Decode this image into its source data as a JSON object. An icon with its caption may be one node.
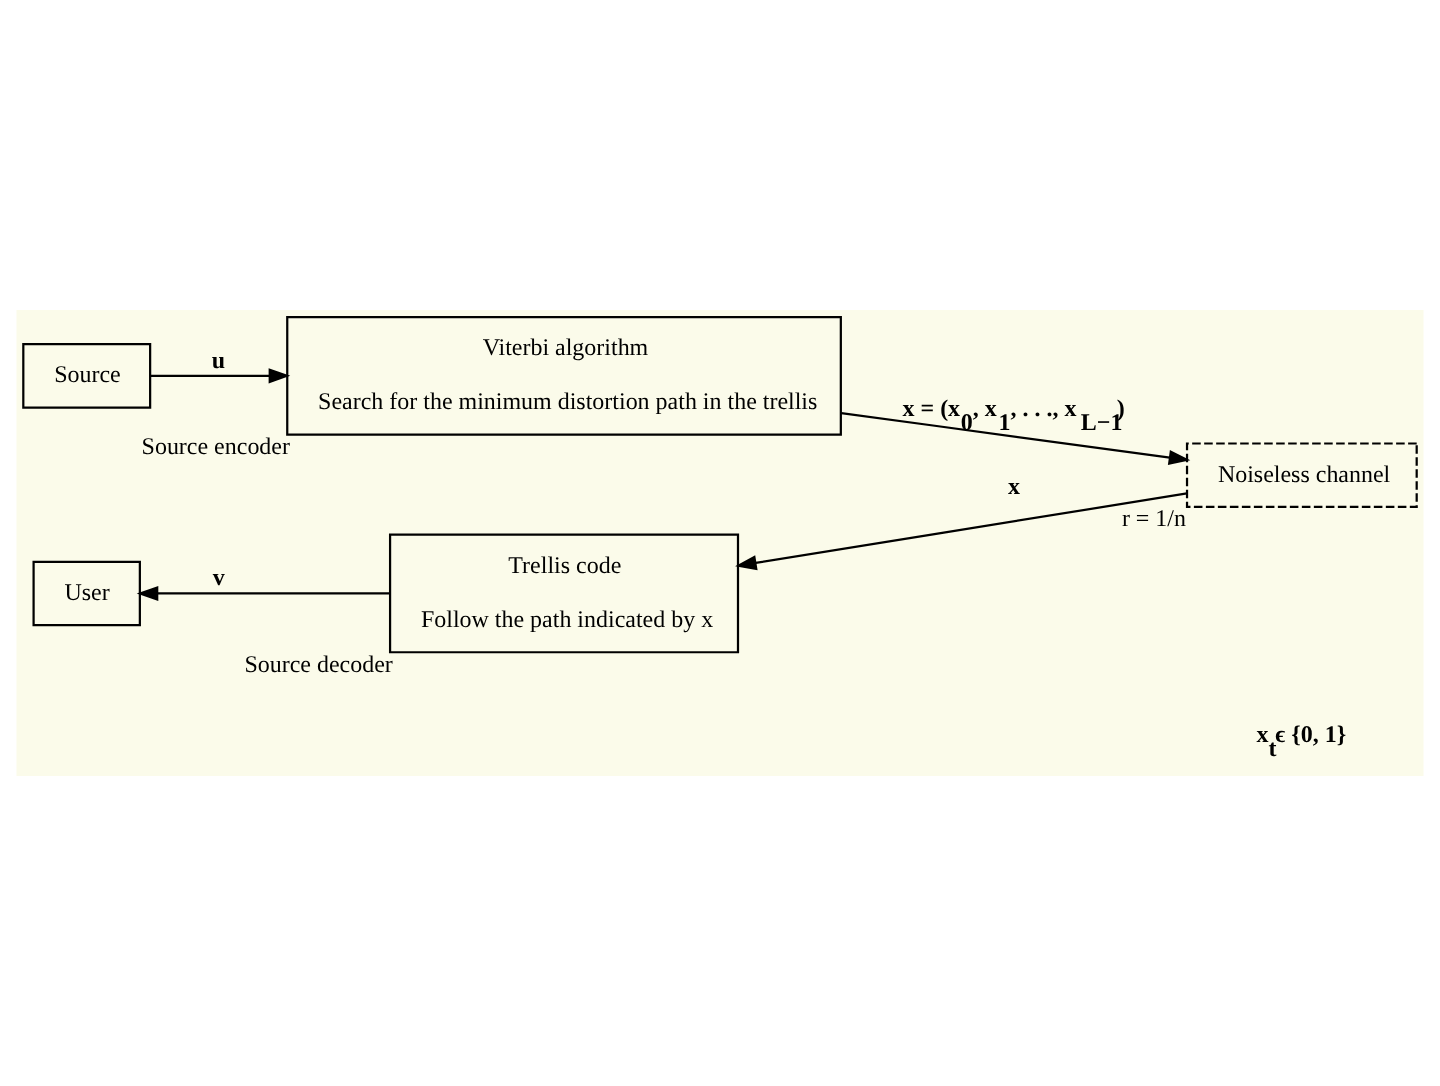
{
  "diagram": {
    "nodes": [
      {
        "text": [
          "Source"
        ]
      },
      {
        "text": [
          "Viterbi algorithm",
          "Search for the minimum distortion path in the trellis"
        ],
        "beside": [
          "Source encoder"
        ]
      },
      {
        "text": [
          "Noiseless channel"
        ],
        "beside": [
          "r = 1/n"
        ]
      },
      {
        "text": [
          "Trellis code",
          "Follow the path indicated by x"
        ],
        "beside": [
          "Source decoder"
        ]
      },
      {
        "text": [
          "User"
        ]
      }
    ],
    "edges": [
      {
        "from": 0,
        "to": 1,
        "arrow": "to",
        "label": "u"
      },
      {
        "from": 1,
        "to": 2,
        "arrow": "to",
        "label": "x = (x$_{0}$, x$_{1}$, . . ., x$_{L−1}$)"
      },
      {
        "from": 2,
        "to": 3,
        "arrow": "to",
        "label": "x"
      },
      {
        "from": 3,
        "to": 4,
        "arrow": "to",
        "label": "v"
      }
    ],
    "labels": [
      "x$_{t}$ϵ {0, 1}"
    ]
  }
}
